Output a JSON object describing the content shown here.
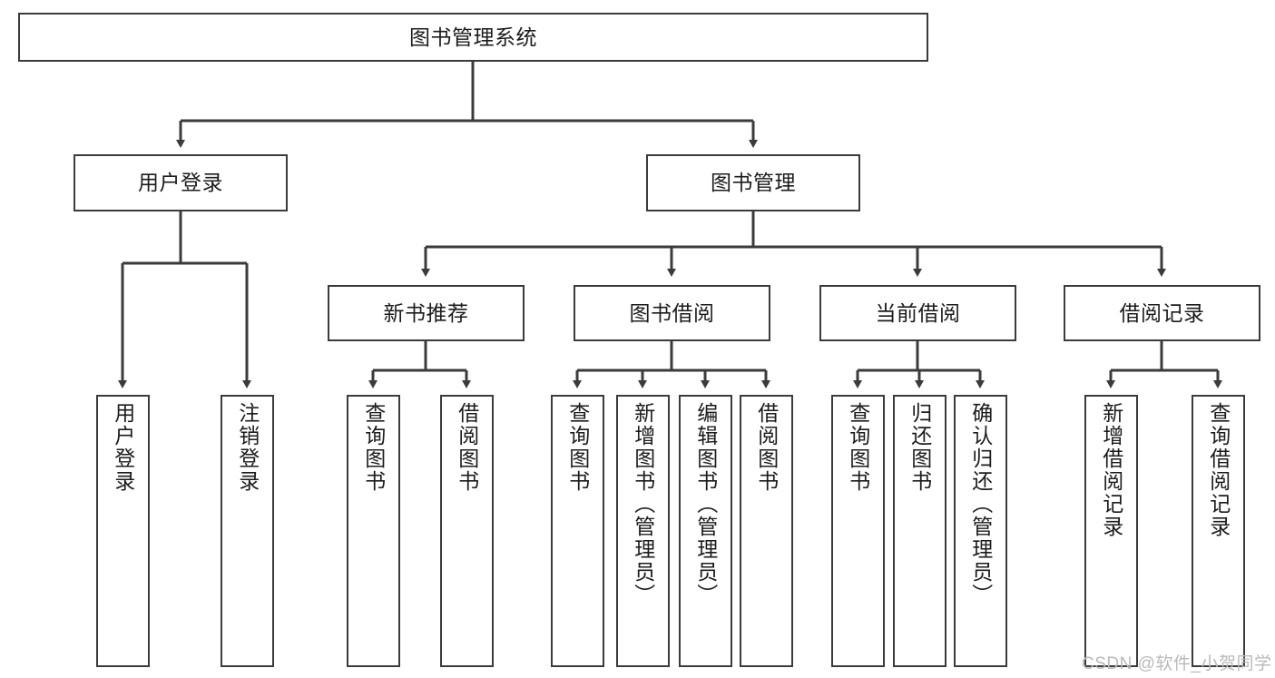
{
  "diagram": {
    "type": "tree-hierarchy-diagram",
    "title_node": "图书管理系统",
    "style": {
      "box_border_color": "#3b3b3b",
      "box_fill_color": "#ffffff",
      "edge_color": "#3b3b3b",
      "background_color": "#ffffff",
      "text_color": "#1c1c1c"
    },
    "levels": {
      "level1": [
        "图书管理系统"
      ],
      "level2": [
        "用户登录",
        "图书管理"
      ],
      "level3": [
        "新书推荐",
        "图书借阅",
        "当前借阅",
        "借阅记录"
      ],
      "level4": [
        "用户登录",
        "注销登录",
        "查询图书",
        "借阅图书",
        "查询图书",
        "新增图书（管理员）",
        "编辑图书（管理员）",
        "借阅图书",
        "查询图书",
        "归还图书",
        "确认归还（管理员）",
        "新增借阅记录",
        "查询借阅记录"
      ]
    },
    "nodes": {
      "root": {
        "label": "图书管理系统"
      },
      "user_login": {
        "label": "用户登录"
      },
      "book_manage": {
        "label": "图书管理"
      },
      "new_book_rec": {
        "label": "新书推荐"
      },
      "book_borrow": {
        "label": "图书借阅"
      },
      "current_borrow": {
        "label": "当前借阅"
      },
      "borrow_record": {
        "label": "借阅记录"
      },
      "leaf_user_login": {
        "label": "用户登录"
      },
      "leaf_logout": {
        "label": "注销登录"
      },
      "leaf_query_book_1": {
        "label": "查询图书"
      },
      "leaf_borrow_book_1": {
        "label": "借阅图书"
      },
      "leaf_query_book_2": {
        "label": "查询图书"
      },
      "leaf_add_book": {
        "label": "新增图书（管理员）"
      },
      "leaf_edit_book": {
        "label": "编辑图书（管理员）"
      },
      "leaf_borrow_book_2": {
        "label": "借阅图书"
      },
      "leaf_query_book_3": {
        "label": "查询图书"
      },
      "leaf_return_book": {
        "label": "归还图书"
      },
      "leaf_confirm_return": {
        "label": "确认归还（管理员）"
      },
      "leaf_add_record": {
        "label": "新增借阅记录"
      },
      "leaf_query_record": {
        "label": "查询借阅记录"
      }
    },
    "edges": [
      {
        "from": "root",
        "to": "user_login"
      },
      {
        "from": "root",
        "to": "book_manage"
      },
      {
        "from": "user_login",
        "to": "leaf_user_login"
      },
      {
        "from": "user_login",
        "to": "leaf_logout"
      },
      {
        "from": "book_manage",
        "to": "new_book_rec"
      },
      {
        "from": "book_manage",
        "to": "book_borrow"
      },
      {
        "from": "book_manage",
        "to": "current_borrow"
      },
      {
        "from": "book_manage",
        "to": "borrow_record"
      },
      {
        "from": "new_book_rec",
        "to": "leaf_query_book_1"
      },
      {
        "from": "new_book_rec",
        "to": "leaf_borrow_book_1"
      },
      {
        "from": "book_borrow",
        "to": "leaf_query_book_2"
      },
      {
        "from": "book_borrow",
        "to": "leaf_add_book"
      },
      {
        "from": "book_borrow",
        "to": "leaf_edit_book"
      },
      {
        "from": "book_borrow",
        "to": "leaf_borrow_book_2"
      },
      {
        "from": "current_borrow",
        "to": "leaf_query_book_3"
      },
      {
        "from": "current_borrow",
        "to": "leaf_return_book"
      },
      {
        "from": "current_borrow",
        "to": "leaf_confirm_return"
      },
      {
        "from": "borrow_record",
        "to": "leaf_add_record"
      },
      {
        "from": "borrow_record",
        "to": "leaf_query_record"
      }
    ]
  },
  "watermark": {
    "text": "CSDN @软件_小贺同学"
  }
}
